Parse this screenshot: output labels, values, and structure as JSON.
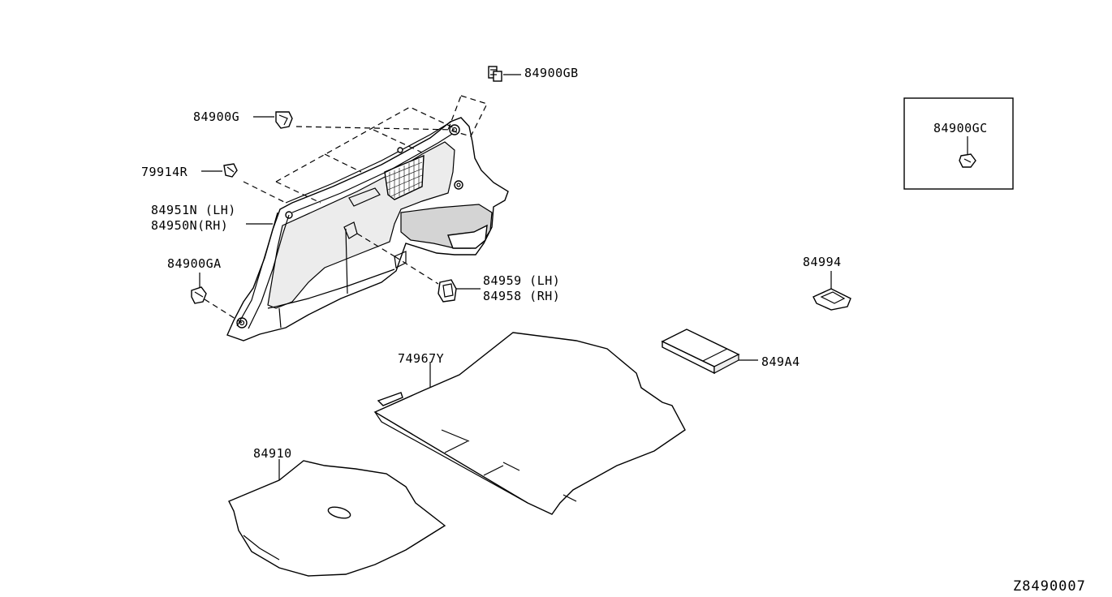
{
  "labels": {
    "p84900GB": "84900GB",
    "p84900G": "84900G",
    "p79914R": "79914R",
    "p84951N": "84951N (LH)",
    "p84950N": "84950N(RH)",
    "p84900GA": "84900GA",
    "p84959": "84959 (LH)",
    "p84958": "84958 (RH)",
    "p84900GC": "84900GC",
    "p84994": "84994",
    "p849A4": "849A4",
    "p74967Y": "74967Y",
    "p84910": "84910"
  },
  "diagram_id": "Z8490007",
  "colors": {
    "line": "#000000",
    "background": "#ffffff",
    "panel_fill": "#ececec"
  }
}
